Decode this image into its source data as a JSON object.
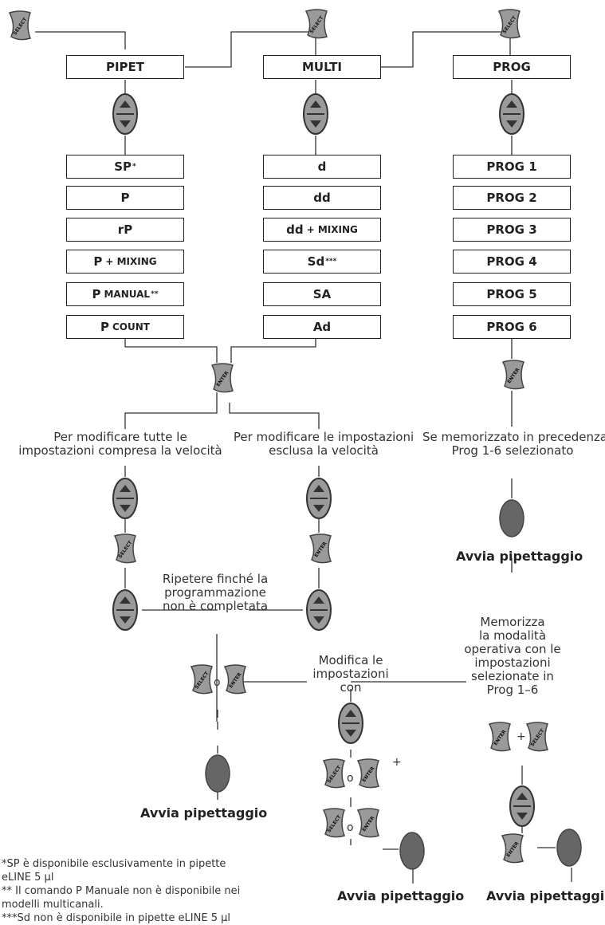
{
  "columns": {
    "pipet": {
      "title": "PIPET",
      "modes": [
        "SP",
        "P",
        "rP",
        "P",
        "P",
        "P"
      ]
    },
    "multi": {
      "title": "MULTI",
      "modes": [
        "d",
        "dd",
        "dd",
        "Sd",
        "SA",
        "Ad"
      ]
    },
    "prog": {
      "title": "PROG",
      "modes": [
        "PROG 1",
        "PROG 2",
        "PROG 3",
        "PROG 4",
        "PROG 5",
        "PROG 6"
      ]
    }
  },
  "mode_suffixes": {
    "sp": "*",
    "p_mixing": "+ MIXING",
    "p_manual": "MANUAL",
    "p_manual_mark": "**",
    "p_count": "COUNT",
    "dd_mixing": "+ MIXING",
    "sd_mark": "***"
  },
  "buttons": {
    "select": "SELECT",
    "enter": "ENTER"
  },
  "labels": {
    "all_settings": [
      "Per modificare tutte le",
      "impostazioni compresa la velocità"
    ],
    "no_speed": [
      "Per modificare le impostazioni",
      "esclusa la velocità"
    ],
    "prog_stored": [
      "Se memorizzato in precedenza",
      "Prog 1-6 selezionato"
    ],
    "repeat": [
      "Ripetere finché la",
      "programmazione",
      "non è completata"
    ],
    "modify": [
      "Modifica le",
      "impostazioni",
      "con"
    ],
    "store": [
      "Memorizza",
      "la modalità",
      "operativa con le",
      "impostazioni",
      "selezionate in",
      "Prog 1–6"
    ],
    "start": "Avvia pipettaggio",
    "or": "o",
    "plus": "+"
  },
  "footnotes": [
    "*SP è disponibile esclusivamente in pipette",
    "eLINE 5 µl",
    "** Il comando P Manuale non è disponibile nei",
    "modelli multicanali.",
    "***Sd non è disponibile in pipette eLINE 5 µl"
  ]
}
